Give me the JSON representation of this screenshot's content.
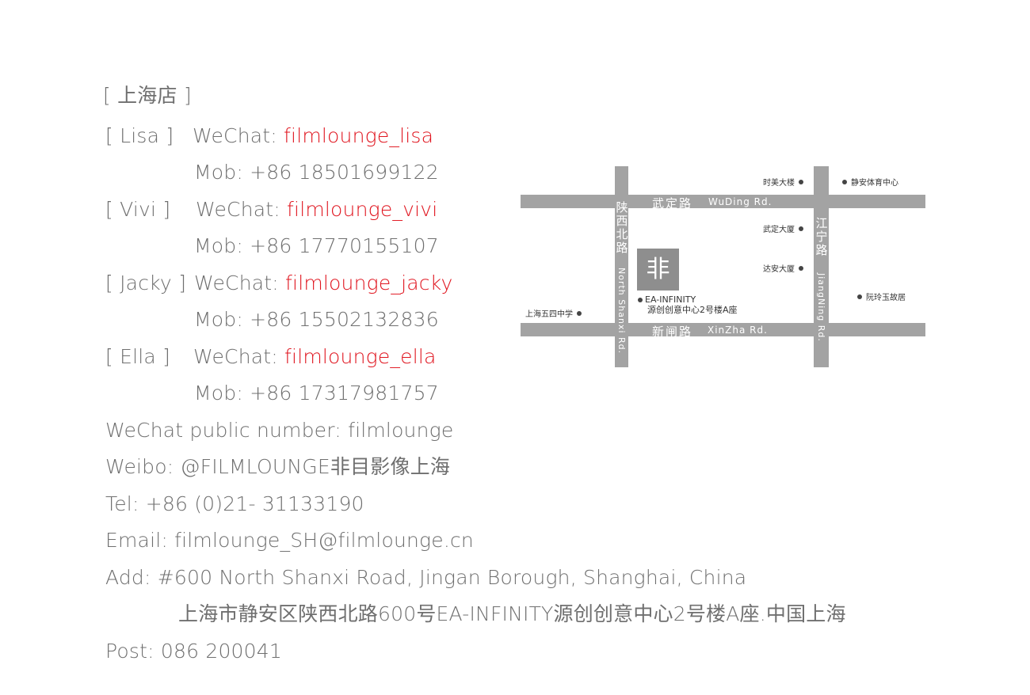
{
  "store_title": "[ 上海店 ]",
  "contacts": [
    {
      "name": "[ Lisa ]",
      "wechat_label": "WeChat:",
      "wechat_id": "filmlounge_lisa",
      "mob_label": "Mob:",
      "mob": "+86 18501699122"
    },
    {
      "name": "[ Vivi ]",
      "wechat_label": "WeChat:",
      "wechat_id": "filmlounge_vivi",
      "mob_label": "Mob:",
      "mob": "+86 17770155107"
    },
    {
      "name": "[ Jacky ]",
      "wechat_label": "WeChat:",
      "wechat_id": "filmlounge_jacky",
      "mob_label": "Mob:",
      "mob": "+86 15502132836"
    },
    {
      "name": "[ Ella ]",
      "wechat_label": "WeChat:",
      "wechat_id": "filmlounge_ella",
      "mob_label": "Mob:",
      "mob": "+86 17317981757"
    }
  ],
  "info": {
    "wechat_public": "WeChat public number: filmlounge",
    "weibo": "Weibo: @FILMLOUNGE非目影像上海",
    "tel": "Tel: +86 (0)21- 31133190",
    "email": "Email: filmlounge_SH@filmlounge.cn",
    "add_en": "Add: #600 North Shanxi Road, Jingan Borough, Shanghai, China",
    "add_cn": "上海市静安区陕西北路600号EA-INFINITY源创创意中心2号楼A座.中国上海",
    "post": "Post: 086 200041"
  },
  "map": {
    "roads": {
      "wuding_cn": "武定路",
      "wuding_en": "WuDing Rd.",
      "xinzha_cn": "新闸路",
      "xinzha_en": "XinZha Rd.",
      "shanxi_cn": [
        "陕",
        "西",
        "北",
        "路"
      ],
      "shanxi_en": "North Shanxi Rd.",
      "jiangning_cn": [
        "江",
        "宁",
        "路"
      ],
      "jiangning_en": "JiangNing Rd."
    },
    "pois": {
      "shimei": "时美大楼",
      "jingan_sports": "静安体育中心",
      "wuding_building": "武定大厦",
      "daan_building": "达安大厦",
      "ruanlingyu": "阮玲玉故居",
      "school": "上海五四中学"
    },
    "logo_glyph": "非",
    "ea_name": "EA-INFINITY",
    "ea_cn": "源创创意中心2号楼A座",
    "road_color": "#a3a3a3"
  },
  "colors": {
    "text": "#6f6f6f",
    "accent": "#e0141e"
  }
}
